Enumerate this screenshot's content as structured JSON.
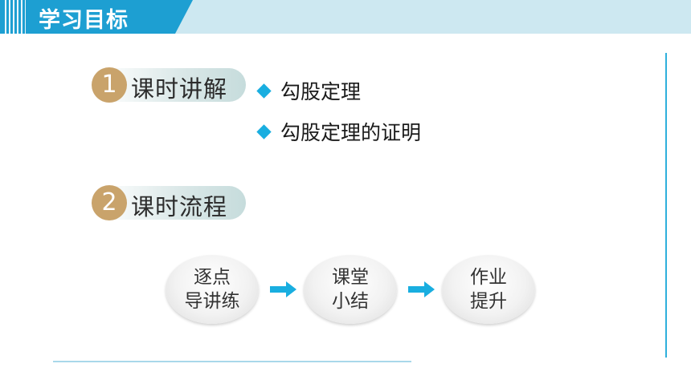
{
  "header": {
    "title": "学习目标"
  },
  "sections": [
    {
      "number": "1",
      "label": "课时讲解"
    },
    {
      "number": "2",
      "label": "课时流程"
    }
  ],
  "topics": [
    "勾股定理",
    "勾股定理的证明"
  ],
  "flow": [
    {
      "line1": "逐点",
      "line2": "导讲练"
    },
    {
      "line1": "课堂",
      "line2": "小结"
    },
    {
      "line1": "作业",
      "line2": "提升"
    }
  ],
  "colors": {
    "accent": "#1d9fd2",
    "header_bg": "#cde8f1",
    "badge": "#c9a36b",
    "bullet": "#19aee0"
  }
}
